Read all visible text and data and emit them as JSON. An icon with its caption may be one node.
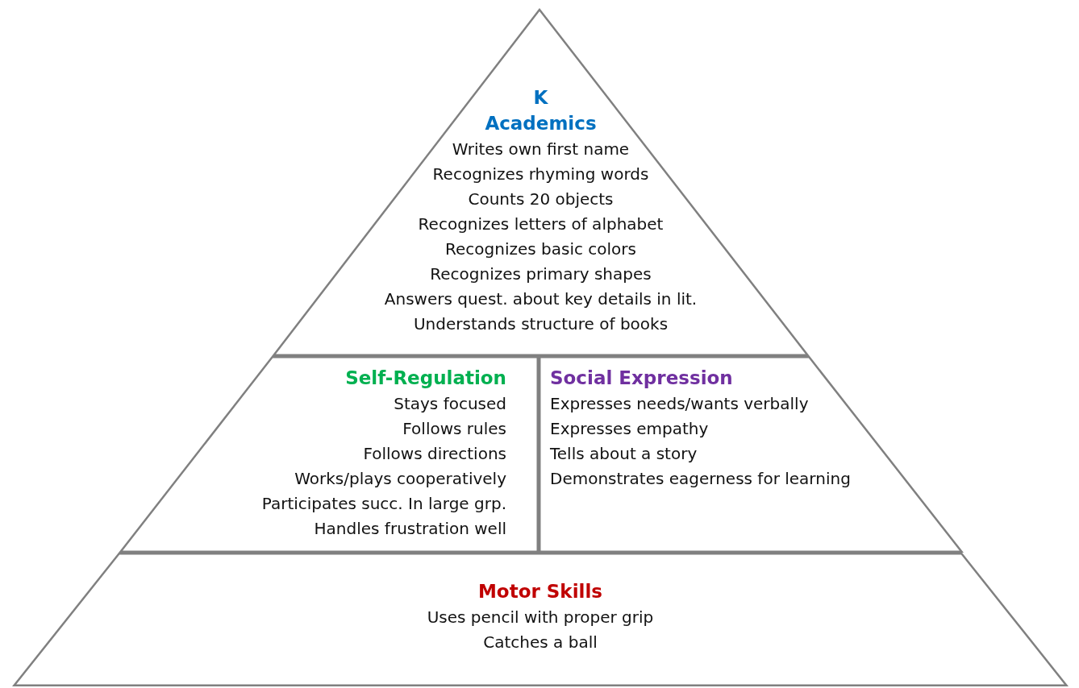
{
  "diagram": {
    "nodes": [
      {
        "text": [
          "K",
          "Academics",
          "Writes own first name",
          "Recognizes rhyming words",
          "Counts 20 objects",
          "Recognizes letters of alphabet",
          "Recognizes basic colors",
          "Recognizes primary shapes",
          "Answers quest. about key details in lit.",
          "Understands structure of books"
        ]
      },
      {
        "text": [
          "Self-Regulation",
          "Stays focused",
          "Follows rules",
          "Follows directions",
          "Works/plays cooperatively",
          "Participates succ. In large grp.",
          "Handles frustration well"
        ]
      },
      {
        "text": [
          "Social Expression",
          "Expresses needs/wants verbally",
          "Expresses empathy",
          "Tells about a story",
          "Demonstrates eagerness for learning"
        ]
      },
      {
        "text": [
          "Motor Skills",
          "Uses pencil with proper grip",
          "Catches a ball"
        ]
      }
    ]
  }
}
